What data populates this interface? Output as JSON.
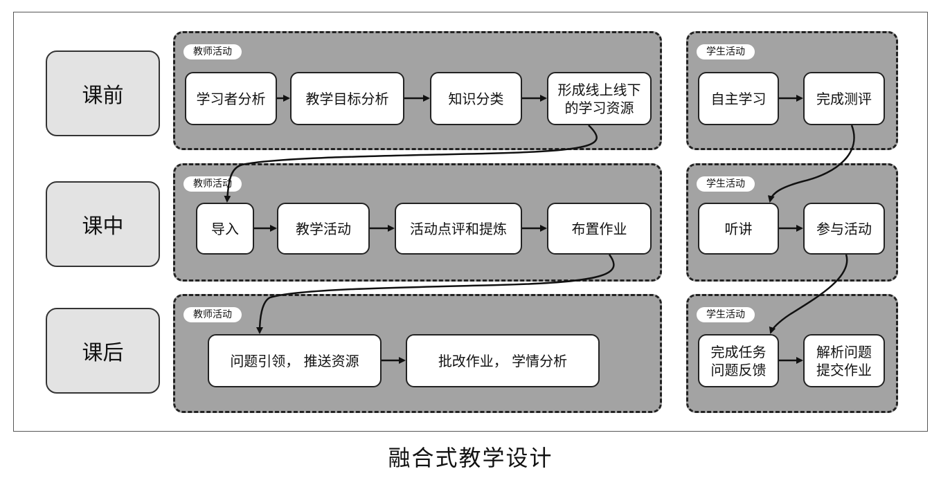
{
  "phases": [
    "课前",
    "课中",
    "课后"
  ],
  "teacher_tag": "教师活动",
  "student_tag": "学生活动",
  "pre_class": {
    "teacher": [
      "学习者分析",
      "教学目标分析",
      "知识分类",
      "形成线上线下\n的学习资源"
    ],
    "student": [
      "自主学习",
      "完成测评"
    ]
  },
  "in_class": {
    "teacher": [
      "导入",
      "教学活动",
      "活动点评和提炼",
      "布置作业"
    ],
    "student": [
      "听讲",
      "参与活动"
    ]
  },
  "post_class": {
    "teacher": [
      "问题引领，  推送资源",
      "批改作业，  学情分析"
    ],
    "student": [
      "完成任务\n问题反馈",
      "解析问题\n提交作业"
    ]
  },
  "caption": "融合式教学设计"
}
